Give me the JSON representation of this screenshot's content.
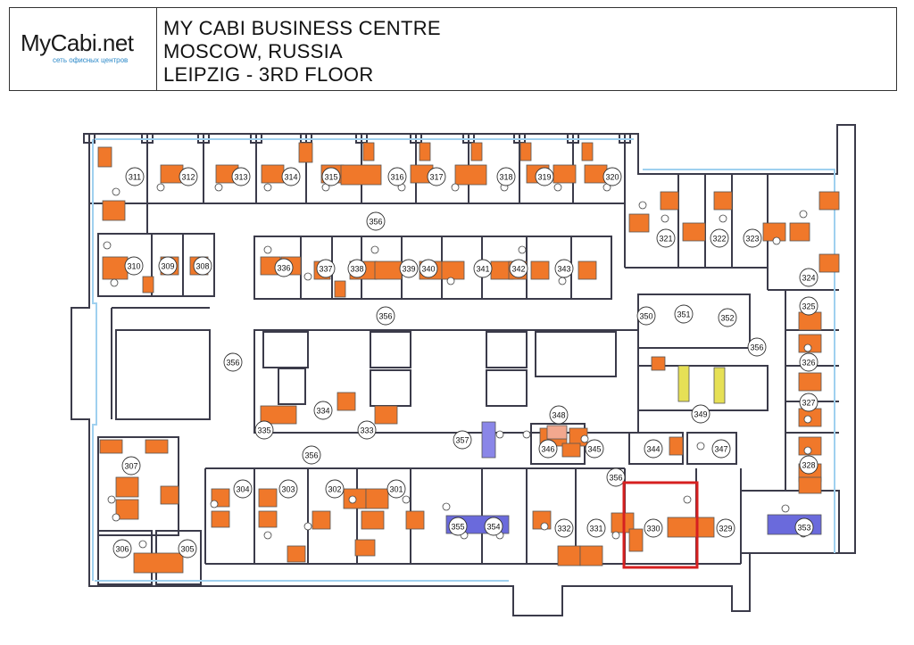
{
  "header": {
    "logo_main": "MyCabi.net",
    "logo_sub": "сеть офисных центров",
    "line1": "MY CABI BUSINESS CENTRE",
    "line2": "MOSCOW, RUSSIA",
    "line3": "LEIPZIG - 3RD FLOOR"
  },
  "colors": {
    "wall": "#3b3b4a",
    "desk": "#f0782a",
    "meeting_table": "#6a6adc",
    "kitchen_table": "#e6e055",
    "highlight": "#d62020",
    "glass": "#9fd0ef"
  },
  "rooms": [
    {
      "id": "311",
      "label": "311"
    },
    {
      "id": "312",
      "label": "312"
    },
    {
      "id": "313",
      "label": "313"
    },
    {
      "id": "314",
      "label": "314"
    },
    {
      "id": "315",
      "label": "315"
    },
    {
      "id": "316",
      "label": "316"
    },
    {
      "id": "317",
      "label": "317"
    },
    {
      "id": "318",
      "label": "318"
    },
    {
      "id": "319",
      "label": "319"
    },
    {
      "id": "320",
      "label": "320"
    },
    {
      "id": "321",
      "label": "321"
    },
    {
      "id": "322",
      "label": "322"
    },
    {
      "id": "323",
      "label": "323"
    },
    {
      "id": "324",
      "label": "324"
    },
    {
      "id": "325",
      "label": "325"
    },
    {
      "id": "326",
      "label": "326"
    },
    {
      "id": "327",
      "label": "327"
    },
    {
      "id": "328",
      "label": "328"
    },
    {
      "id": "329",
      "label": "329"
    },
    {
      "id": "330",
      "label": "330"
    },
    {
      "id": "331",
      "label": "331"
    },
    {
      "id": "332",
      "label": "332"
    },
    {
      "id": "333",
      "label": "333"
    },
    {
      "id": "334",
      "label": "334"
    },
    {
      "id": "335",
      "label": "335"
    },
    {
      "id": "336",
      "label": "336"
    },
    {
      "id": "337",
      "label": "337"
    },
    {
      "id": "338",
      "label": "338"
    },
    {
      "id": "339",
      "label": "339"
    },
    {
      "id": "340",
      "label": "340"
    },
    {
      "id": "341",
      "label": "341"
    },
    {
      "id": "342",
      "label": "342"
    },
    {
      "id": "343",
      "label": "343"
    },
    {
      "id": "344",
      "label": "344"
    },
    {
      "id": "345",
      "label": "345"
    },
    {
      "id": "346",
      "label": "346"
    },
    {
      "id": "347",
      "label": "347"
    },
    {
      "id": "348",
      "label": "348"
    },
    {
      "id": "349",
      "label": "349"
    },
    {
      "id": "350",
      "label": "350"
    },
    {
      "id": "351",
      "label": "351"
    },
    {
      "id": "352",
      "label": "352"
    },
    {
      "id": "353",
      "label": "353"
    },
    {
      "id": "354",
      "label": "354"
    },
    {
      "id": "355",
      "label": "355"
    },
    {
      "id": "356a",
      "label": "356"
    },
    {
      "id": "356b",
      "label": "356"
    },
    {
      "id": "356c",
      "label": "356"
    },
    {
      "id": "356d",
      "label": "356"
    },
    {
      "id": "356e",
      "label": "356"
    },
    {
      "id": "356f",
      "label": "356"
    },
    {
      "id": "357",
      "label": "357"
    },
    {
      "id": "301",
      "label": "301"
    },
    {
      "id": "302",
      "label": "302"
    },
    {
      "id": "303",
      "label": "303"
    },
    {
      "id": "304",
      "label": "304"
    },
    {
      "id": "305",
      "label": "305"
    },
    {
      "id": "306",
      "label": "306"
    },
    {
      "id": "307",
      "label": "307"
    },
    {
      "id": "308",
      "label": "308"
    },
    {
      "id": "309",
      "label": "309"
    },
    {
      "id": "310",
      "label": "310"
    }
  ],
  "highlighted_room": "330"
}
